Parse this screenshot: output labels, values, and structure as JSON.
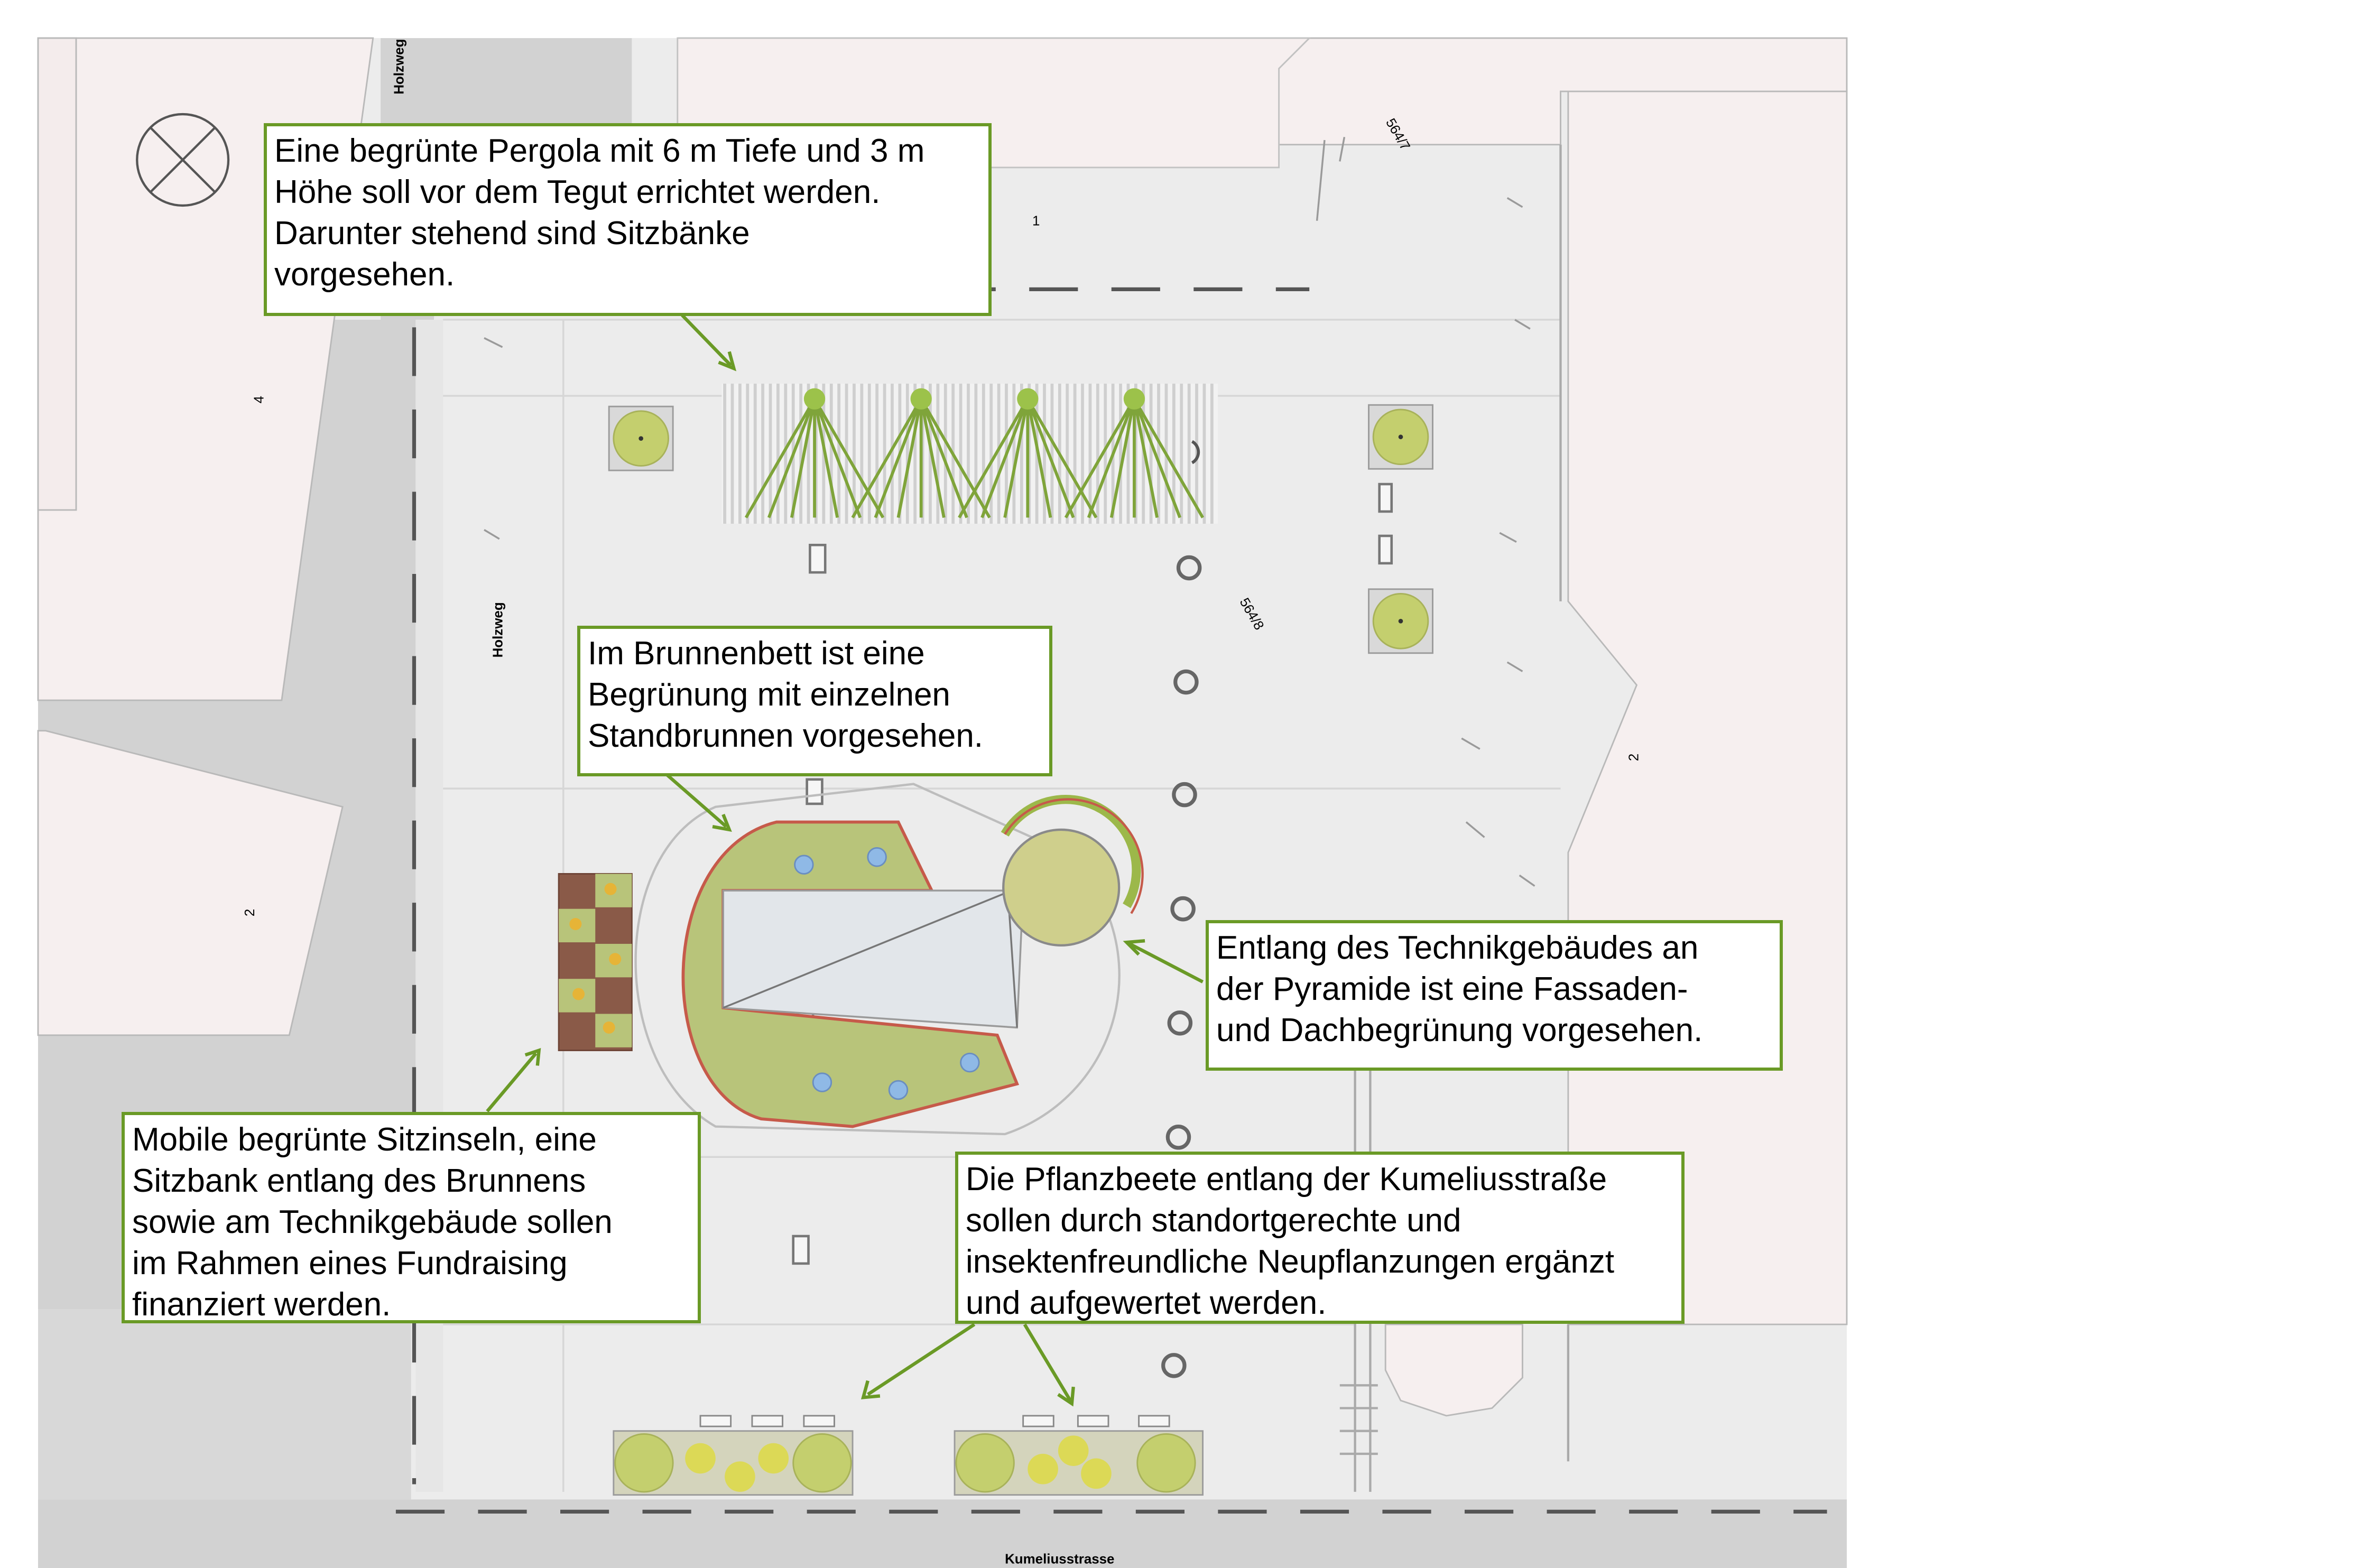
{
  "map": {
    "street_labels": {
      "holzweg_top": "Holzweg",
      "holzweg_middle": "Holzweg",
      "kumeliusstrasse": "Kumeliusstrasse"
    },
    "parcel_labels": {
      "p1": "1",
      "p2_left": "2",
      "p2_right": "2",
      "p4": "4",
      "p564_7": "564/7",
      "p564_8": "564/8"
    },
    "colors": {
      "building_fill": "#f6efef",
      "plaza_fill": "#ececec",
      "road_fill": "#d2d2d2",
      "planting_green": "#c4cf6e",
      "lawn_green": "#b8c47a",
      "leader_green": "#6a9a26",
      "water_blue": "#8fb9e6",
      "roof_beige": "#cfcf8c",
      "bed_brown": "#8a5a48",
      "bed_outline": "#c65a4a"
    }
  },
  "callouts": {
    "pergola": {
      "lines": [
        "Eine begrünte Pergola mit 6 m Tiefe und 3 m",
        "Höhe soll vor dem Tegut errichtet werden.",
        "Darunter stehend sind Sitzbänke",
        "vorgesehen."
      ]
    },
    "brunnen": {
      "lines": [
        "Im Brunnenbett ist eine",
        "Begrünung mit einzelnen",
        "Standbrunnen vorgesehen."
      ]
    },
    "technik": {
      "lines": [
        "Entlang des Technikgebäudes an",
        "der Pyramide ist eine Fassaden-",
        "und Dachbegrünung vorgesehen."
      ]
    },
    "sitzinseln": {
      "lines": [
        "Mobile begrünte Sitzinseln, eine",
        "Sitzbank entlang des Brunnens",
        "sowie am Technikgebäude sollen",
        "im Rahmen eines Fundraising",
        "finanziert werden."
      ]
    },
    "pflanzbeete": {
      "lines": [
        "Die Pflanzbeete entlang der Kumeliusstraße",
        "sollen durch standortgerechte und",
        "insektenfreundliche Neupflanzungen ergänzt",
        "und aufgewertet werden."
      ]
    }
  }
}
